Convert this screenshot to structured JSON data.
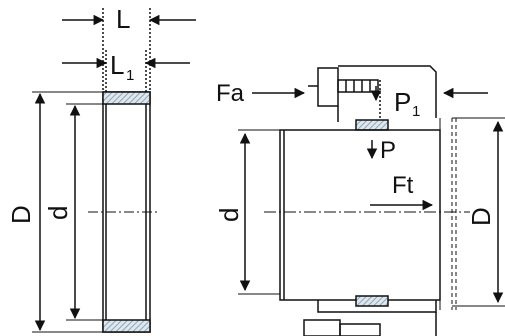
{
  "labels": {
    "L": "L",
    "L1_base": "L",
    "L1_sub": "1",
    "D_left": "D",
    "d_left": "d",
    "Fa": "Fa",
    "P1_base": "P",
    "P1_sub": "1",
    "P": "P",
    "Ft": "Ft",
    "d_right": "d",
    "D_right": "D"
  },
  "colors": {
    "line": "#111111",
    "hatch": "#8ea4b8",
    "dash": "#555555"
  }
}
